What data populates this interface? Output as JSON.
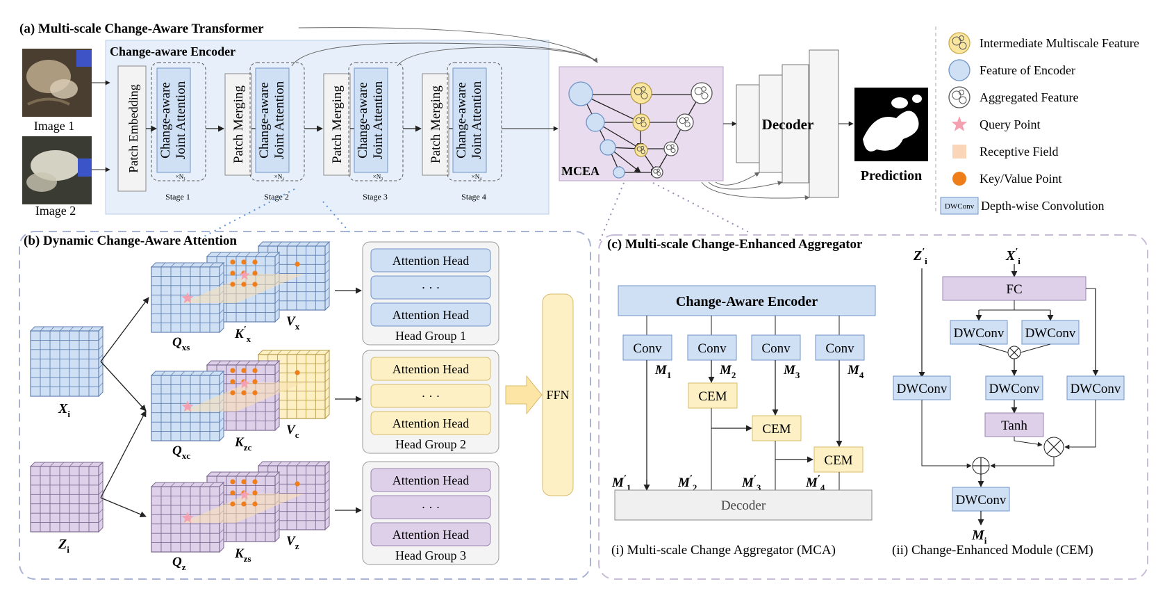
{
  "section_a": {
    "title": "(a) Multi-scale Change-Aware Transformer",
    "encoder_title": "Change-aware Encoder",
    "image1_label": "Image 1",
    "image2_label": "Image 2",
    "patch_embedding": "Patch Embedding",
    "attention_block": "Change-aware Joint Attention",
    "attention_line1": "Change-aware",
    "attention_line2": "Joint Attention",
    "patch_merging": "Patch Merging",
    "stages": [
      {
        "label": "Stage 1",
        "repeat": "×N₁"
      },
      {
        "label": "Stage 2",
        "repeat": "×N₂"
      },
      {
        "label": "Stage 3",
        "repeat": "×N₃"
      },
      {
        "label": "Stage 4",
        "repeat": "×N₄"
      }
    ],
    "mcea_label": "MCEA",
    "decoder_label": "Decoder",
    "prediction_label": "Prediction"
  },
  "legend": [
    {
      "icon": "intermediate-feature-icon",
      "label": "Intermediate Multiscale Feature",
      "color": "#fbe6a0"
    },
    {
      "icon": "encoder-feature-icon",
      "label": "Feature of  Encoder",
      "color": "#cfe0f5"
    },
    {
      "icon": "aggregated-feature-icon",
      "label": "Aggregated Feature",
      "color": "#ffffff"
    },
    {
      "icon": "query-point-icon",
      "label": "Query Point",
      "color": "#f4a0b0"
    },
    {
      "icon": "receptive-field-icon",
      "label": "Receptive Field",
      "color": "#fbd5b8"
    },
    {
      "icon": "key-value-point-icon",
      "label": "Key/Value  Point",
      "color": "#ee7d1a"
    },
    {
      "icon": "dwconv-icon",
      "label": "Depth-wise Convolution",
      "badge": "DWConv",
      "color": "#cfe0f5"
    }
  ],
  "section_b": {
    "title": "(b) Dynamic Change-Aware Attention",
    "input_x": "X",
    "input_x_sub": "i",
    "input_z": "Z",
    "input_z_sub": "i",
    "groups": [
      {
        "q": "Q",
        "q_sub": "xs",
        "k": "K",
        "k_sub": "x",
        "k_prime": true,
        "v": "V",
        "v_sub": "x",
        "heads": [
          "Attention Head",
          "· · ·",
          "Attention Head"
        ],
        "caption": "Head Group 1"
      },
      {
        "q": "Q",
        "q_sub": "xc",
        "k": "K",
        "k_sub": "zc",
        "k_prime": false,
        "v": "V",
        "v_sub": "c",
        "heads": [
          "Attention Head",
          "· · ·",
          "Attention Head"
        ],
        "caption": "Head Group 2"
      },
      {
        "q": "Q",
        "q_sub": "z",
        "k": "K",
        "k_sub": "zs",
        "k_prime": false,
        "v": "V",
        "v_sub": "z",
        "heads": [
          "Attention Head",
          "· · ·",
          "Attention Head"
        ],
        "caption": "Head Group 3"
      }
    ],
    "ffn_label": "FFN"
  },
  "section_c": {
    "title": "(c) Multi-scale Change-Enhanced Aggregator",
    "mca": {
      "encoder_label": "Change-Aware Encoder",
      "conv_label": "Conv",
      "m_labels": [
        "M",
        "M",
        "M",
        "M"
      ],
      "m_subs": [
        "1",
        "2",
        "3",
        "4"
      ],
      "cem_label": "CEM",
      "decoder_label": "Decoder",
      "caption": "(i) Multi-scale Change Aggregator (MCA)"
    },
    "cem": {
      "input_z": "Z",
      "input_z_sub": "i",
      "input_x": "X",
      "input_x_sub": "i",
      "fc_label": "FC",
      "dwconv_label": "DWConv",
      "tanh_label": "Tanh",
      "output": "M",
      "output_sub": "i",
      "caption": "(ii)  Change-Enhanced Module (CEM)"
    }
  },
  "colors": {
    "blue_fill": "#cfe0f5",
    "blue_stroke": "#7a9cc6",
    "purple_fill": "#ddd0e8",
    "purple_stroke": "#9a84b0",
    "yellow_fill": "#fdf0c4",
    "yellow_stroke": "#d8bb6a",
    "gray_fill": "#f0f0f0",
    "dashed_border": "#a8b3d4",
    "mcea_bg": "#e9dcee",
    "encoder_bg": "#e7f0fa"
  }
}
